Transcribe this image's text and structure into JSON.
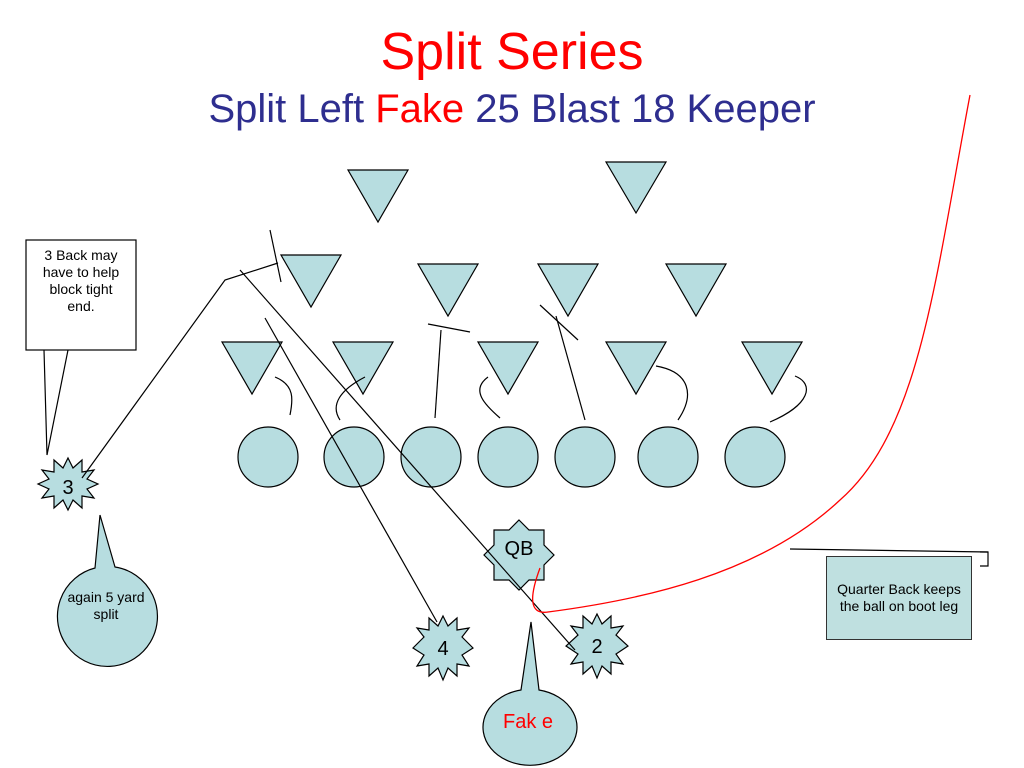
{
  "title": "Split Series",
  "subtitle": {
    "part1": "Split Left",
    "part2": "Fake",
    "part3": "25 Blast 18 Keeper"
  },
  "callouts": {
    "block_note": "3 Back may have to help block tight end.",
    "split_note": "again 5 yard split",
    "fake_note": "Fak e",
    "qb_note": "Quarter Back keeps the ball on boot leg"
  },
  "players": {
    "qb": "QB",
    "back_3": "3",
    "back_4": "4",
    "back_2": "2"
  },
  "colors": {
    "player_fill": "#b7dde0",
    "stroke": "#000000",
    "title": "#ff0000",
    "subtitle": "#2e2e8f",
    "route": "#ff0000"
  }
}
